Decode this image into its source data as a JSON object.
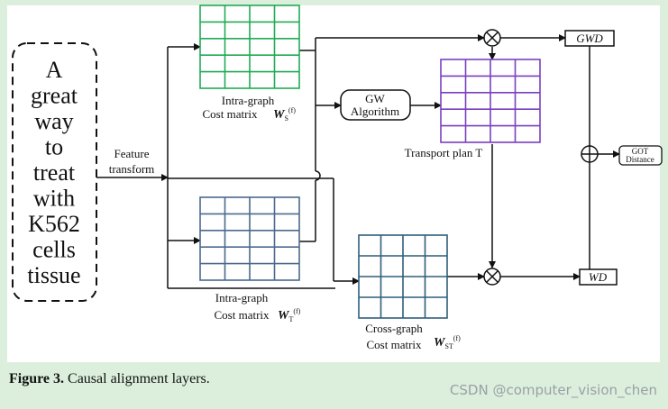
{
  "input_box": {
    "lines": [
      "A",
      "great",
      "way",
      "to",
      "treat",
      "with",
      "K562",
      "cells",
      "tissue"
    ]
  },
  "feature_transform": {
    "line1": "Feature",
    "line2": "transform"
  },
  "intra_graph_s": {
    "line1": "Intra-graph",
    "line2": "Cost matrix",
    "symbol": "W",
    "subscript": "S",
    "superscript": "(f)",
    "color": "#22aa55"
  },
  "intra_graph_t": {
    "line1": "Intra-graph",
    "line2": "Cost matrix",
    "symbol": "W",
    "subscript": "T",
    "superscript": "(f)",
    "color": "#4a6a8e"
  },
  "gw_algorithm": {
    "line1": "GW",
    "line2": "Algorithm"
  },
  "transport_plan": {
    "label": "Transport plan T",
    "color": "#7a3fbf"
  },
  "cross_graph": {
    "line1": "Cross-graph",
    "line2": "Cost matrix",
    "symbol": "W",
    "subscript": "ST",
    "superscript": "(f)",
    "color": "#2e5f7a"
  },
  "gwd_box": {
    "label": "GWD"
  },
  "wd_box": {
    "label": "WD"
  },
  "got_box": {
    "line1": "GOT",
    "line2": "Distance"
  },
  "caption": {
    "figure": "Figure 3.",
    "text": " Causal alignment layers."
  },
  "watermark": "CSDN @computer_vision_chen"
}
